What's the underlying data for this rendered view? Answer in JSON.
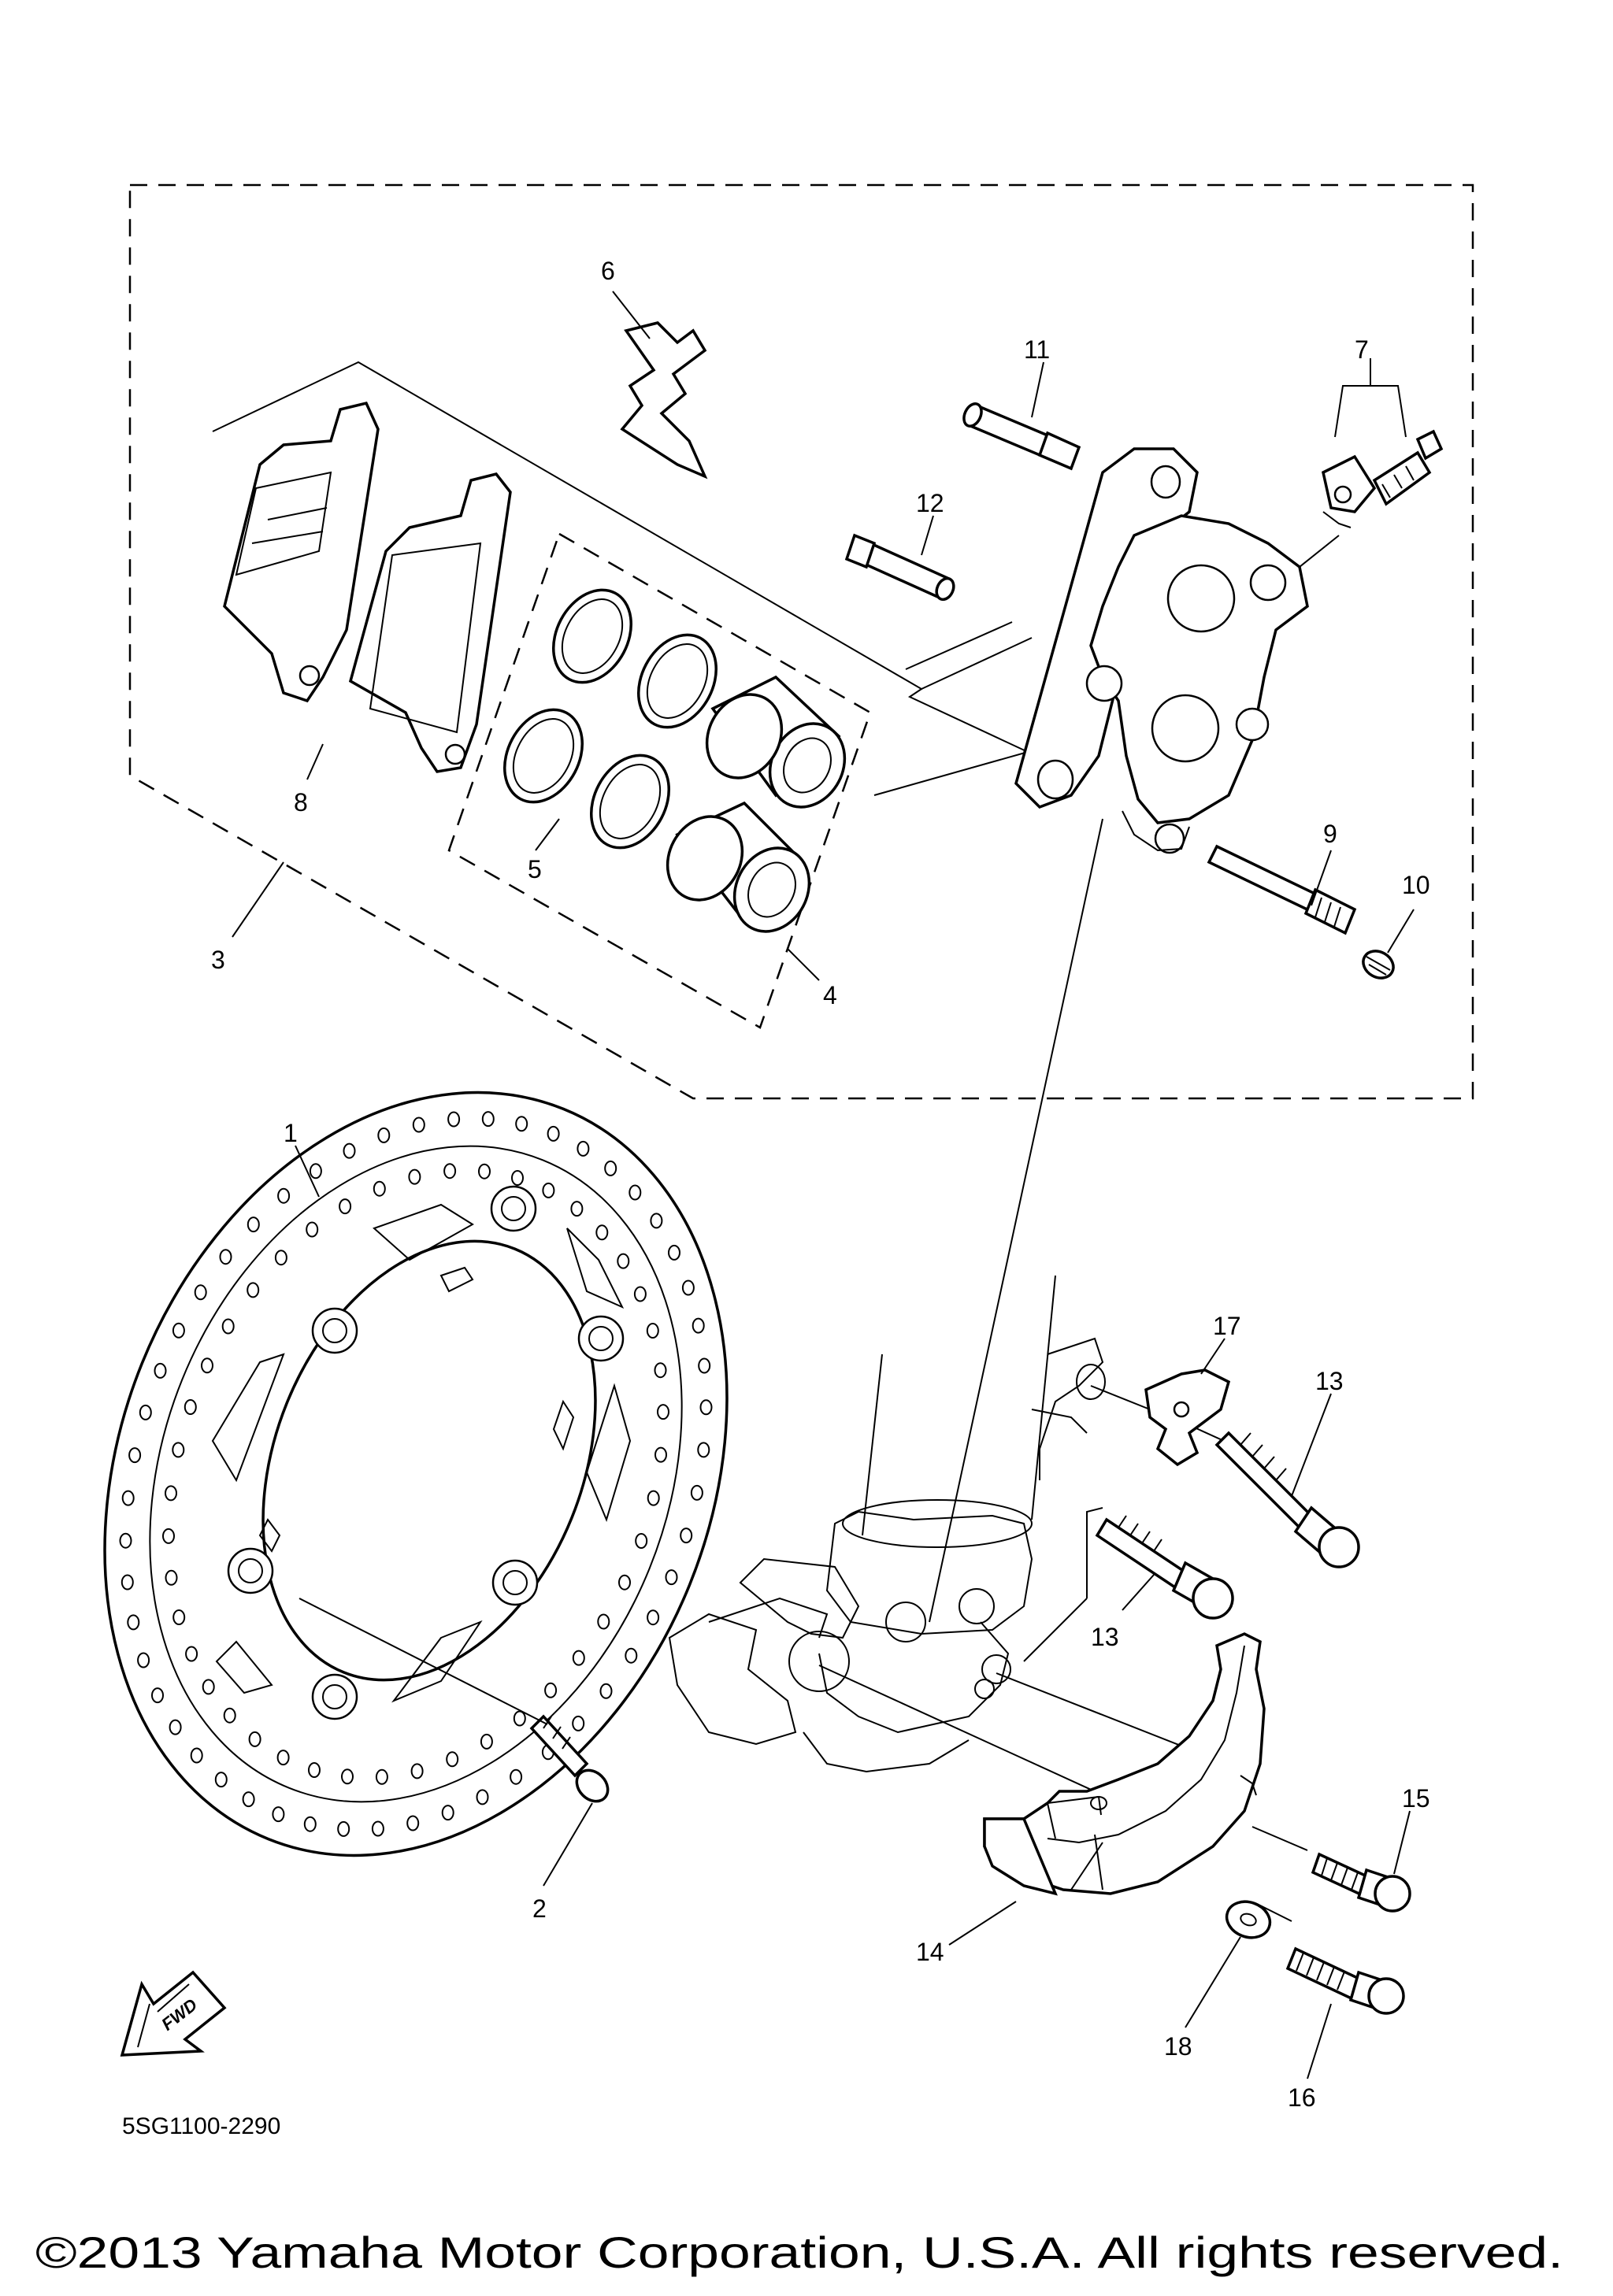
{
  "diagram": {
    "callouts": [
      "1",
      "2",
      "3",
      "4",
      "5",
      "6",
      "7",
      "8",
      "9",
      "10",
      "11",
      "12",
      "13",
      "13",
      "14",
      "15",
      "16",
      "17",
      "18"
    ],
    "direction_label": "FWD",
    "diagram_code": "5SG1100-2290",
    "copyright": "©2013 Yamaha Motor Corporation, U.S.A. All rights reserved."
  }
}
